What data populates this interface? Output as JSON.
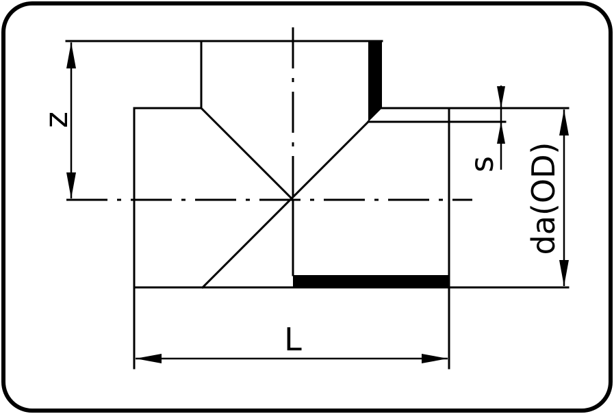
{
  "labels": {
    "z": "z",
    "s": "s",
    "da": "da(OD)",
    "L": "L"
  }
}
